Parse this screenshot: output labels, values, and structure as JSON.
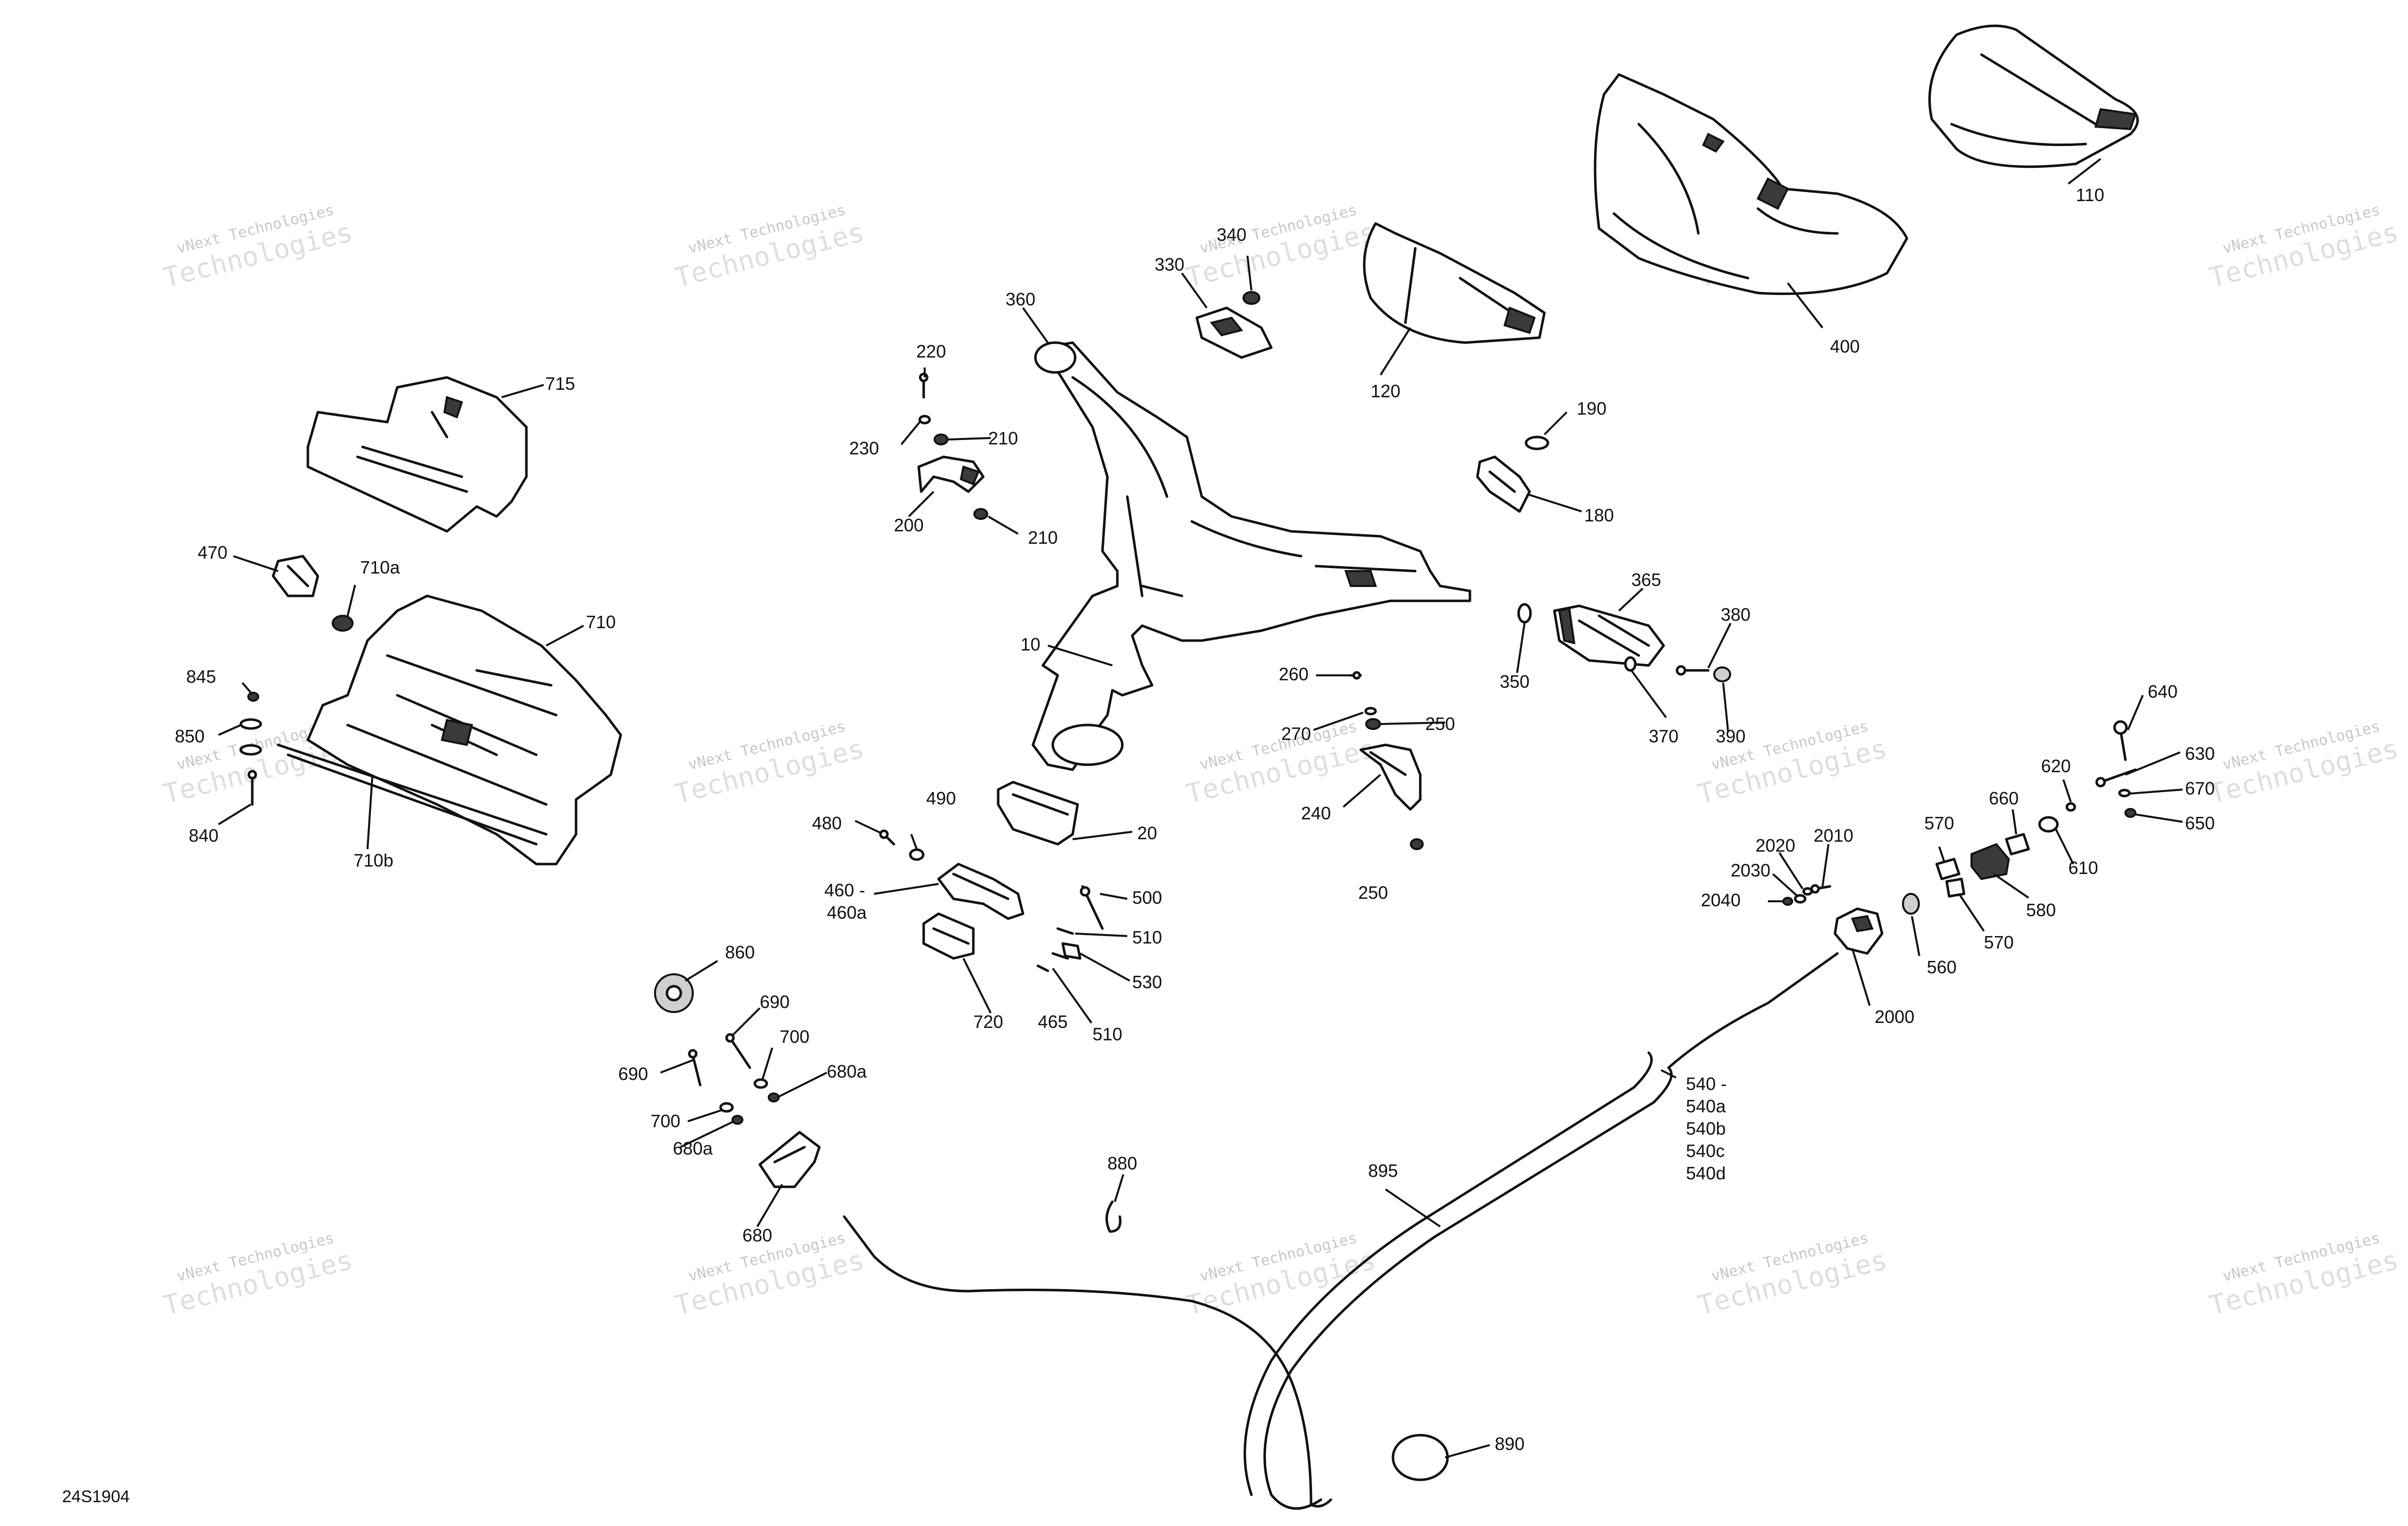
{
  "diagram": {
    "reference": "24S1904",
    "watermark": {
      "line1": "vNext Technologies",
      "line2": "Technologies"
    },
    "callouts": [
      "110",
      "400",
      "120",
      "330",
      "340",
      "360",
      "220",
      "230",
      "210",
      "200",
      "715",
      "190",
      "180",
      "470",
      "710a",
      "710",
      "365",
      "350",
      "380",
      "370",
      "390",
      "10",
      "260",
      "270",
      "250",
      "845",
      "850",
      "840",
      "710b",
      "640",
      "630",
      "670",
      "650",
      "620",
      "660",
      "610",
      "490",
      "20",
      "480",
      "460 -",
      "460a",
      "240",
      "570",
      "580",
      "2020",
      "2010",
      "2030",
      "2040",
      "2000",
      "560",
      "500",
      "510",
      "530",
      "465",
      "720",
      "860",
      "690",
      "700",
      "680a",
      "680",
      "880",
      "895",
      "540 -",
      "540a",
      "540b",
      "540c",
      "540d",
      "890"
    ]
  }
}
